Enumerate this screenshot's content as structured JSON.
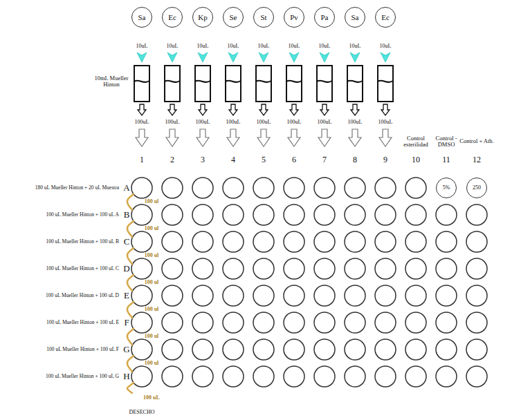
{
  "diagram": {
    "nodes": [
      {
        "text": [
          "Sa"
        ]
      },
      {
        "text": [
          "Ec"
        ]
      },
      {
        "text": [
          "Kp"
        ]
      },
      {
        "text": [
          "Se"
        ]
      },
      {
        "text": [
          "St"
        ]
      },
      {
        "text": [
          "Pv"
        ]
      },
      {
        "text": [
          "Pa"
        ]
      },
      {
        "text": [
          "Sa"
        ]
      },
      {
        "text": [
          "Ec"
        ]
      },
      {
        "text": [
          "5%"
        ]
      },
      {
        "text": [
          "250"
        ]
      }
    ],
    "labels": [
      "10uL",
      "10uL",
      "10uL",
      "10uL",
      "10uL",
      "10uL",
      "10uL",
      "10uL",
      "10uL",
      "10mL Mueller Hinton",
      "100uL",
      "100uL",
      "100uL",
      "100uL",
      "100uL",
      "100uL",
      "100uL",
      "100uL",
      "100uL",
      "1",
      "2",
      "3",
      "4",
      "5",
      "6",
      "7",
      "8",
      "9",
      "10",
      "11",
      "12",
      "Control esterilidad",
      "Control - DMSO",
      "Control + Atb.",
      "180 uL Mueller Hinton + 20 uL Muestra",
      "A",
      "100 uL Mueller Hinton + 100 uL A",
      "B",
      "100 uL Mueller Hinton + 100 uL B",
      "C",
      "100 uL Mueller Hinton + 100 uL C",
      "D",
      "100 uL Mueller Hinton + 100 uL D",
      "E",
      "100 uL Mueller Hinton + 100 uL E",
      "F",
      "100 uL Mueller Hinton + 100 uL F",
      "G",
      "100 uL Mueller Hinton + 100 uL G",
      "H",
      "100 ul",
      "100 ul",
      "100 ul",
      "100 ul",
      "100 ul",
      "100 ul",
      "100 ul",
      "100 uL",
      "DESECHO"
    ]
  }
}
